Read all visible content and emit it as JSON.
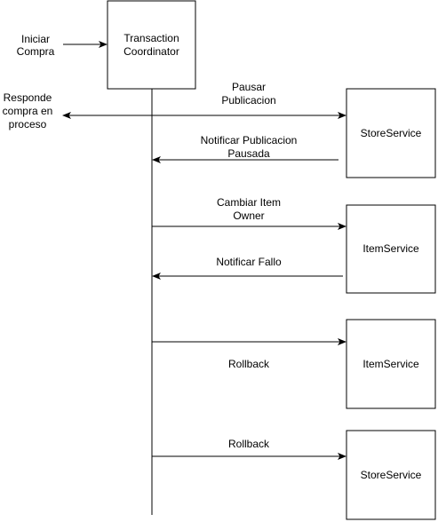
{
  "diagram": {
    "line_color": "#000000",
    "box_fill": "#ffffff",
    "actor": {
      "lines": [
        "Transaction",
        "Coordinator"
      ]
    },
    "start": {
      "lines": [
        "Iniciar",
        "Compra"
      ]
    },
    "reply": {
      "lines": [
        "Responde",
        "compra en",
        "proceso"
      ]
    },
    "services": [
      {
        "id": "store-1",
        "label": "StoreService"
      },
      {
        "id": "item-1",
        "label": "ItemService"
      },
      {
        "id": "item-2",
        "label": "ItemService"
      },
      {
        "id": "store-2",
        "label": "StoreService"
      }
    ],
    "messages": [
      {
        "id": "pausar",
        "lines": [
          "Pausar",
          "Publicacion"
        ],
        "direction": "right"
      },
      {
        "id": "notificar-pausada",
        "lines": [
          "Notificar Publicacion",
          "Pausada"
        ],
        "direction": "left"
      },
      {
        "id": "cambiar-owner",
        "lines": [
          "Cambiar Item",
          "Owner"
        ],
        "direction": "right"
      },
      {
        "id": "notificar-fallo",
        "lines": [
          "Notificar Fallo"
        ],
        "direction": "left"
      },
      {
        "id": "rollback-1",
        "lines": [
          "Rollback"
        ],
        "direction": "right"
      },
      {
        "id": "rollback-2",
        "lines": [
          "Rollback"
        ],
        "direction": "right"
      }
    ]
  }
}
